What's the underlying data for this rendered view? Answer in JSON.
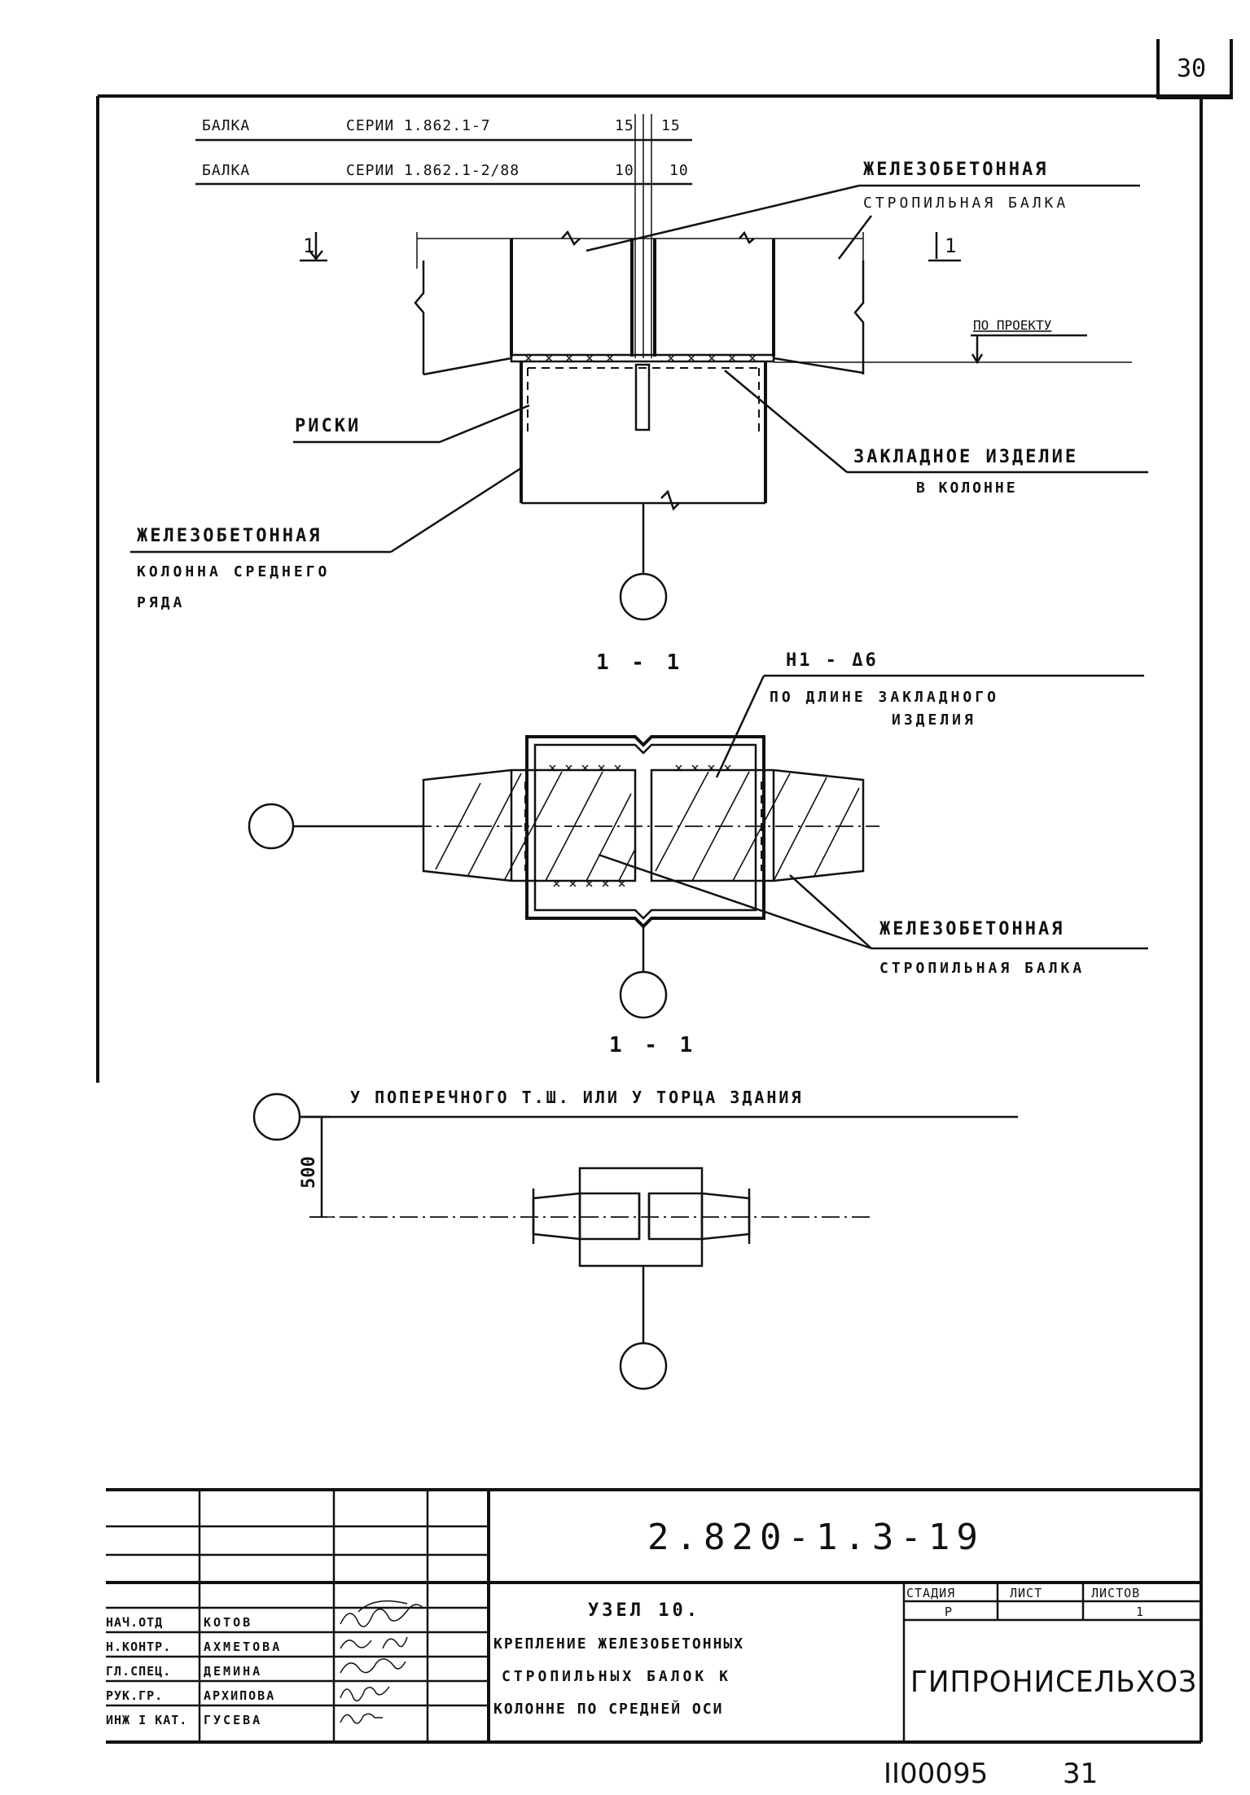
{
  "sheet_number": "30",
  "header": {
    "beam1": {
      "label": "БАЛКА",
      "series": "СЕРИИ 1.862.1-7",
      "dims": [
        "15",
        "15"
      ]
    },
    "beam2": {
      "label": "БАЛКА",
      "series": "СЕРИИ 1.862.1-2/88",
      "dims": [
        "10",
        "10"
      ]
    }
  },
  "section_marks": [
    "1",
    "1"
  ],
  "elevation": {
    "roof_beam_label_1": "ЖЕЛЕЗОБЕТОННАЯ",
    "roof_beam_label_2": "СТРОПИЛЬНАЯ БАЛКА",
    "per_project": "ПО ПРОЕКТУ",
    "marks": "РИСКИ",
    "embed_1": "ЗАКЛАДНОЕ ИЗДЕЛИЕ",
    "embed_2": "В КОЛОННЕ",
    "column_1": "ЖЕЛЕЗОБЕТОННАЯ",
    "column_2": "КОЛОННА СРЕДНЕГО",
    "column_3": "РЯДА"
  },
  "section_1": {
    "title": "1 - 1",
    "weld_1": "Н1 - Δ6",
    "weld_2": "ПО ДЛИНЕ ЗАКЛАДНОГО",
    "weld_3": "ИЗДЕЛИЯ",
    "beam_1": "ЖЕЛЕЗОБЕТОННАЯ",
    "beam_2": "СТРОПИЛЬНАЯ БАЛКА"
  },
  "section_2": {
    "title": "1 - 1",
    "caption": "У ПОПЕРЕЧНОГО Т.Ш. ИЛИ У ТОРЦА ЗДАНИЯ",
    "dimension": "500"
  },
  "title_block": {
    "code": "2.820-1.3-19",
    "node_title": "УЗЕЛ 10.",
    "description_1": "КРЕПЛЕНИЕ ЖЕЛЕЗОБЕТОННЫХ",
    "description_2": "СТРОПИЛЬНЫХ БАЛОК К",
    "description_3": "КОЛОННЕ ПО СРЕДНЕЙ ОСИ",
    "stage_header": "СТАДИЯ",
    "sheet_header": "ЛИСТ",
    "sheets_header": "ЛИСТОВ",
    "stage_value": "Р",
    "sheets_value": "1",
    "organization": "ГИПРОНИСЕЛЬХОЗ",
    "staff": [
      {
        "role": "НАЧ.ОТД",
        "name": "КОТОВ"
      },
      {
        "role": "Н.КОНТР.",
        "name": "АХМЕТОВА"
      },
      {
        "role": "ГЛ.СПЕЦ.",
        "name": "ДЕМИНА"
      },
      {
        "role": "РУК.ГР.",
        "name": "АРХИПОВА"
      },
      {
        "role": "ИНЖ I КАТ.",
        "name": "ГУСЕВА"
      }
    ]
  },
  "footer": {
    "inventory": "II00095",
    "page": "31"
  }
}
